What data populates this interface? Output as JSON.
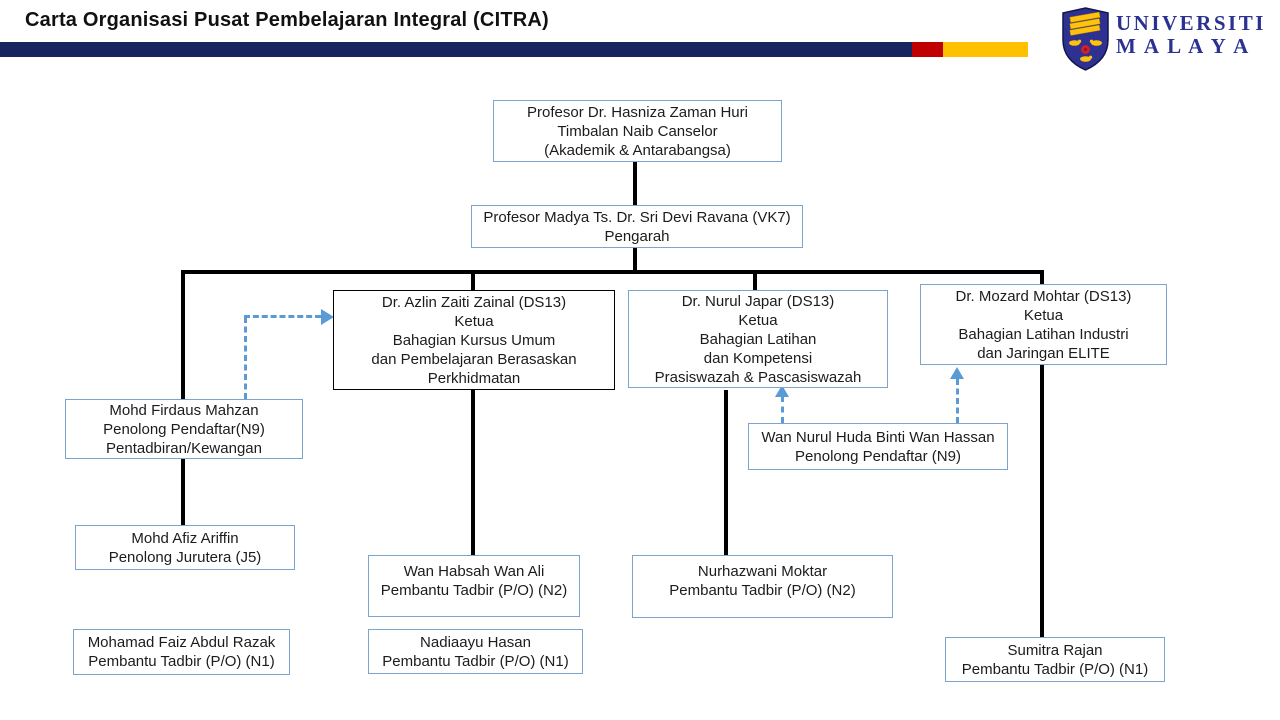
{
  "page": {
    "title": "Carta Organisasi Pusat Pembelajaran Integral (CITRA)"
  },
  "logo": {
    "crest_icon": "um-crest",
    "line1": "UNIVERSITI",
    "line2": "M A L A Y A"
  },
  "colors": {
    "navy_bar": "#16255e",
    "red_bar": "#c00000",
    "yellow_bar": "#ffc000",
    "box_border_blue": "#7da4cd",
    "azlin_box_border": "#000000",
    "arrow_blue": "#5b9bd5",
    "connector_black": "#000000",
    "crest_blue": "#2e3192",
    "logo_text_blue": "#2b3192"
  },
  "nodes": {
    "tnc": {
      "lines": [
        "Profesor Dr. Hasniza Zaman Huri",
        "Timbalan Naib Canselor",
        "(Akademik & Antarabangsa)"
      ]
    },
    "pengarah": {
      "lines": [
        "Profesor Madya Ts. Dr. Sri Devi Ravana (VK7)",
        "Pengarah"
      ]
    },
    "azlin": {
      "lines": [
        "Dr. Azlin Zaiti Zainal (DS13)",
        "Ketua",
        "Bahagian Kursus Umum",
        "dan Pembelajaran Berasaskan",
        "Perkhidmatan"
      ]
    },
    "nurul": {
      "lines": [
        "Dr. Nurul Japar (DS13)",
        "Ketua",
        "Bahagian Latihan",
        "dan Kompetensi",
        "Prasiswazah & Pascasiswazah"
      ]
    },
    "mozard": {
      "lines": [
        "Dr. Mozard Mohtar (DS13)",
        "Ketua",
        "Bahagian Latihan Industri",
        "dan Jaringan ELITE"
      ]
    },
    "firdaus": {
      "lines": [
        "Mohd Firdaus Mahzan",
        "Penolong Pendaftar(N9)",
        "Pentadbiran/Kewangan"
      ]
    },
    "afiz": {
      "lines": [
        "Mohd Afiz Ariffin",
        "Penolong Jurutera (J5)"
      ]
    },
    "faiz": {
      "lines": [
        "Mohamad Faiz Abdul Razak",
        "Pembantu Tadbir (P/O) (N1)"
      ]
    },
    "habsah": {
      "lines": [
        "Wan Habsah Wan Ali",
        "Pembantu Tadbir (P/O) (N2)"
      ]
    },
    "nadiaayu": {
      "lines": [
        "Nadiaayu Hasan",
        "Pembantu Tadbir (P/O) (N1)"
      ]
    },
    "nurhazwani": {
      "lines": [
        "Nurhazwani Moktar",
        "Pembantu Tadbir (P/O) (N2)"
      ]
    },
    "wannurul": {
      "lines": [
        "Wan Nurul Huda Binti Wan Hassan",
        "Penolong Pendaftar (N9)"
      ]
    },
    "sumitra": {
      "lines": [
        "Sumitra Rajan",
        "Pembantu Tadbir (P/O) (N1)"
      ]
    }
  }
}
